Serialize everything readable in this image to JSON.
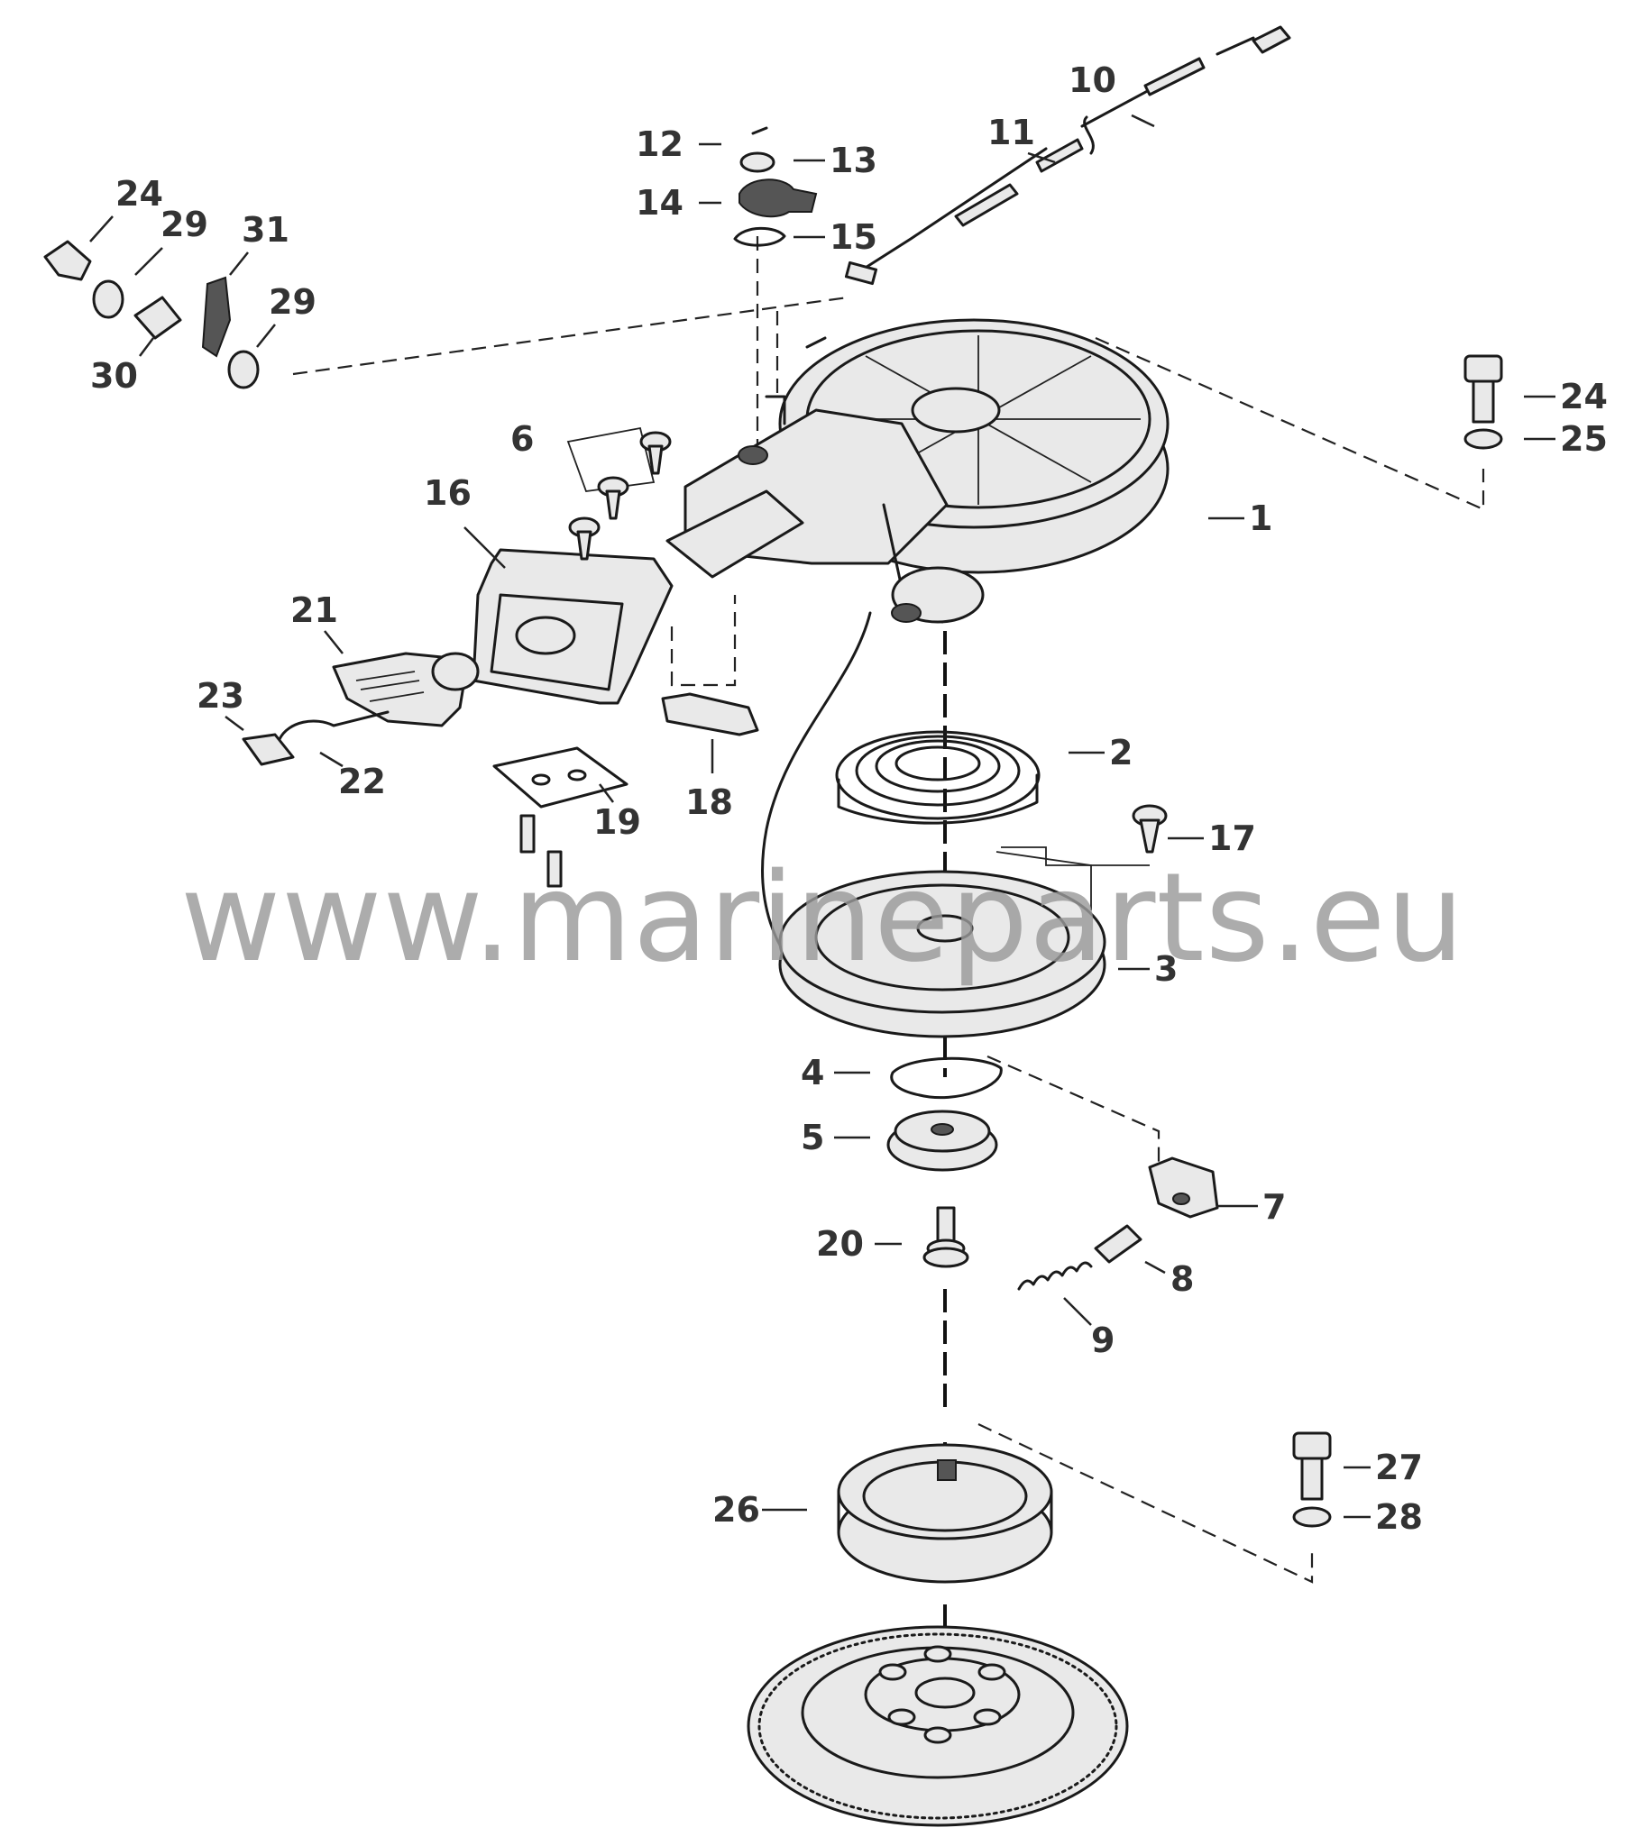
{
  "watermark": "www.marineparts.eu",
  "callouts": [
    "1",
    "2",
    "3",
    "4",
    "5",
    "6",
    "7",
    "8",
    "9",
    "10",
    "11",
    "12",
    "13",
    "14",
    "15",
    "16",
    "17",
    "18",
    "19",
    "20",
    "21",
    "22",
    "23",
    "24",
    "25",
    "26",
    "27",
    "28",
    "29",
    "30",
    "31"
  ],
  "callouts_left": [
    "24",
    "29",
    "31",
    "29",
    "30"
  ]
}
